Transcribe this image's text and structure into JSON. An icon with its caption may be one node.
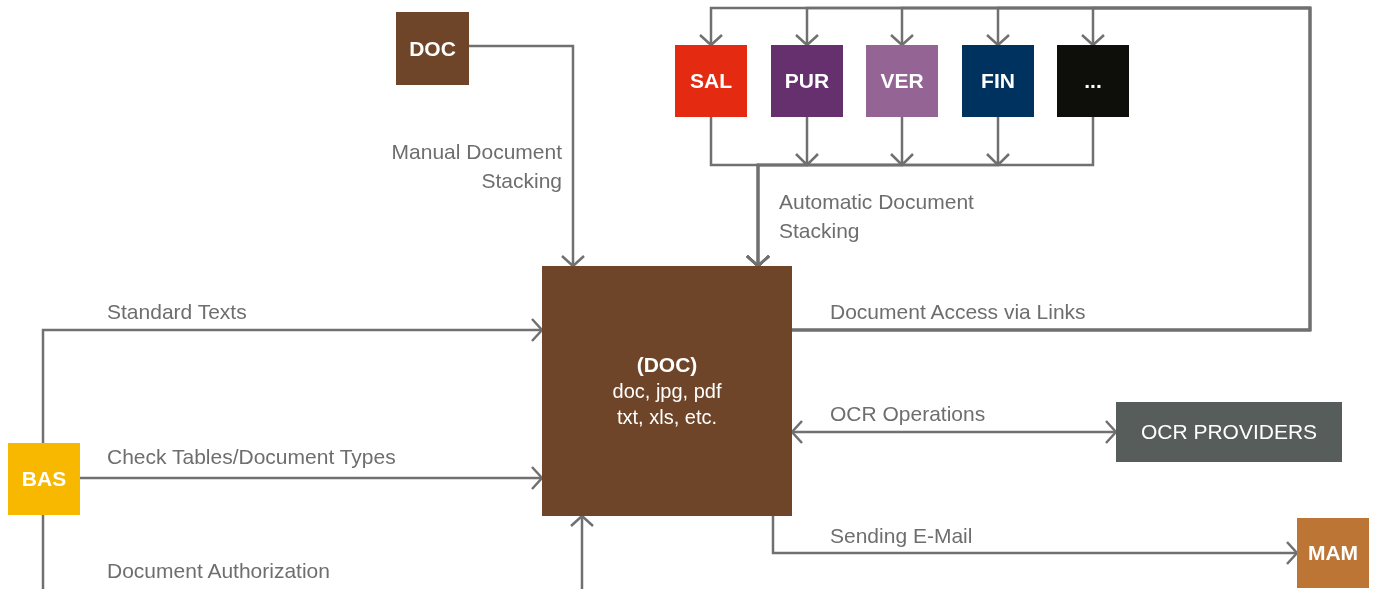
{
  "diagram": {
    "nodes": [
      {
        "text": [
          "DOC"
        ]
      },
      {
        "text": [
          "SAL"
        ]
      },
      {
        "text": [
          "PUR"
        ]
      },
      {
        "text": [
          "VER"
        ]
      },
      {
        "text": [
          "FIN"
        ]
      },
      {
        "text": [
          "..."
        ]
      },
      {
        "text": [
          "(DOC)",
          "doc, jpg, pdf txt, xls, etc."
        ]
      },
      {
        "text": [
          "BAS"
        ]
      },
      {
        "text": [
          "OCR PROVIDERS"
        ]
      },
      {
        "text": [
          "MAM"
        ]
      }
    ],
    "edges": [
      {
        "from": 0,
        "to": 6,
        "arrow": "to",
        "label": "Manual Document Stacking"
      },
      {
        "from": 6,
        "to": 1,
        "arrow": "to",
        "label": "Document Access via Links"
      },
      {
        "from": 6,
        "to": 2,
        "arrow": "to"
      },
      {
        "from": 6,
        "to": 3,
        "arrow": "to"
      },
      {
        "from": 6,
        "to": 4,
        "arrow": "to"
      },
      {
        "from": 6,
        "to": 5,
        "arrow": "to"
      },
      {
        "from": 1,
        "to": 6,
        "arrow": "to",
        "label": "Automatic Document Stacking"
      },
      {
        "from": 2,
        "to": 6,
        "arrow": "to"
      },
      {
        "from": 3,
        "to": 6,
        "arrow": "to"
      },
      {
        "from": 4,
        "to": 6,
        "arrow": "to"
      },
      {
        "from": 5,
        "to": 6,
        "arrow": "to"
      },
      {
        "from": 7,
        "to": 6,
        "arrow": "to",
        "label": "Standard Texts"
      },
      {
        "from": 7,
        "to": 6,
        "arrow": "to",
        "label": "Check Tables/Document Types"
      },
      {
        "from": 7,
        "to": 6,
        "arrow": "to",
        "label": "Document Authorization"
      },
      {
        "from": 6,
        "to": 8,
        "arrow": "both",
        "label": "OCR Operations"
      },
      {
        "from": 6,
        "to": 9,
        "arrow": "to",
        "label": "Sending E-Mail"
      }
    ]
  }
}
